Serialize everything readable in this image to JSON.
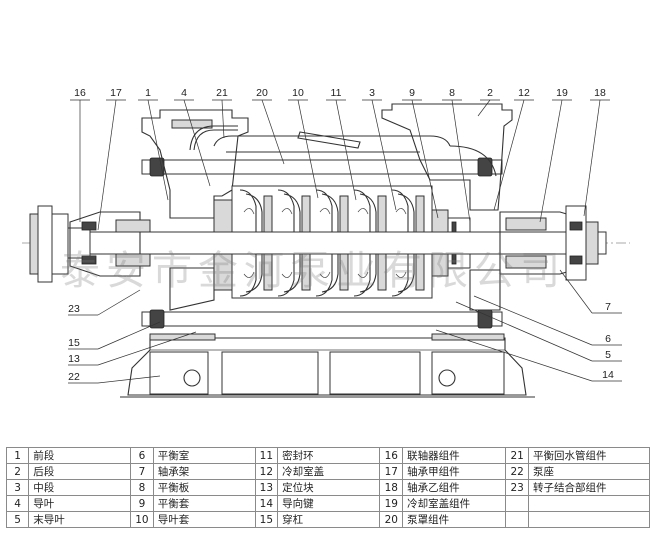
{
  "callouts": {
    "top": [
      "16",
      "17",
      "1",
      "4",
      "21",
      "20",
      "10",
      "11",
      "3",
      "9",
      "8",
      "2",
      "12",
      "19",
      "18"
    ],
    "left": [
      "23",
      "15",
      "13",
      "22"
    ],
    "right": [
      "7",
      "6",
      "5",
      "14"
    ]
  },
  "legend": {
    "rows": [
      [
        [
          "1",
          "前段"
        ],
        [
          "6",
          "平衡室"
        ],
        [
          "11",
          "密封环"
        ],
        [
          "16",
          "联轴器组件"
        ],
        [
          "21",
          "平衡回水管组件"
        ]
      ],
      [
        [
          "2",
          "后段"
        ],
        [
          "7",
          "轴承架"
        ],
        [
          "12",
          "冷却室盖"
        ],
        [
          "17",
          "轴承甲组件"
        ],
        [
          "22",
          "泵座"
        ]
      ],
      [
        [
          "3",
          "中段"
        ],
        [
          "8",
          "平衡板"
        ],
        [
          "13",
          "定位块"
        ],
        [
          "18",
          "轴承乙组件"
        ],
        [
          "23",
          "转子结合部组件"
        ]
      ],
      [
        [
          "4",
          "导叶"
        ],
        [
          "9",
          "平衡套"
        ],
        [
          "14",
          "导向键"
        ],
        [
          "19",
          "冷却室盖组件"
        ],
        [
          "",
          ""
        ]
      ],
      [
        [
          "5",
          "末导叶"
        ],
        [
          "10",
          "导叶套"
        ],
        [
          "15",
          "穿杠"
        ],
        [
          "20",
          "泵罩组件"
        ],
        [
          "",
          ""
        ]
      ]
    ]
  },
  "watermark": "泰安市金河泵业有限公司"
}
